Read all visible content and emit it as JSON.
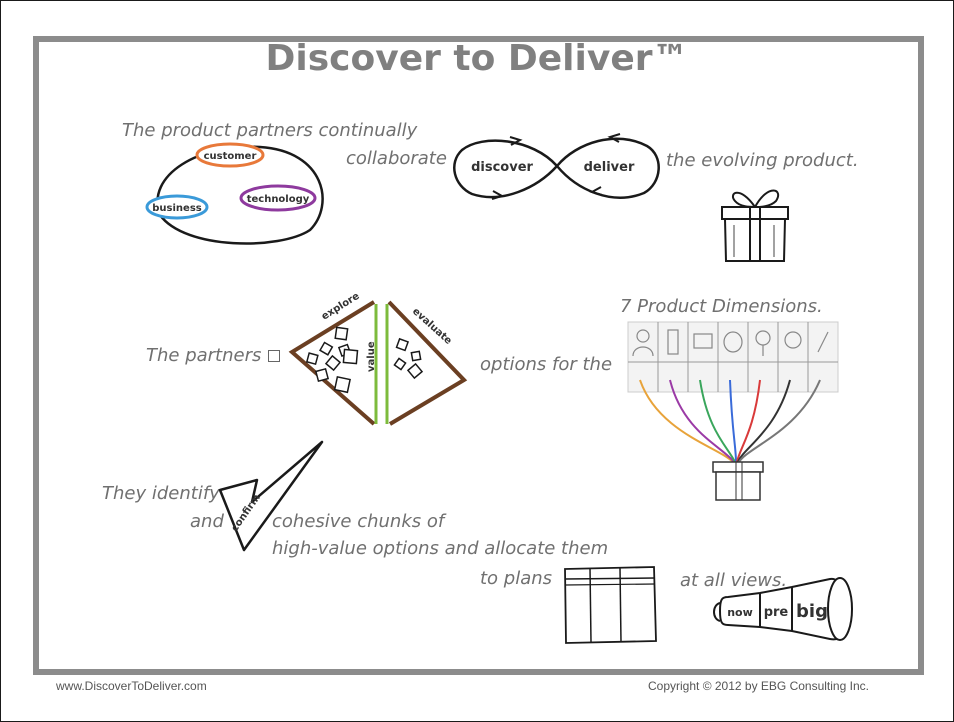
{
  "title": "Discover to Deliver™",
  "captions": {
    "partners_line1": "The product partners continually",
    "partners_line2": "collaborate",
    "evolving": "the evolving product.",
    "dimensions": "7 Product Dimensions.",
    "the_partners": "The partners",
    "options_for": "options for the",
    "identify_line1": "They identify",
    "identify_line2": "and",
    "cohesive": "cohesive chunks of",
    "high_value": "high-value options and allocate them",
    "to_plans": "to plans",
    "all_views": "at all views."
  },
  "bubbles": {
    "customer": "customer",
    "business": "business",
    "technology": "technology"
  },
  "loop": {
    "discover": "discover",
    "deliver": "deliver"
  },
  "diamond": {
    "explore": "explore",
    "value": "value",
    "evaluate": "evaluate"
  },
  "check": {
    "confirm": "confirm"
  },
  "horn": {
    "now": "now",
    "pre": "pre",
    "big": "big"
  },
  "footer": {
    "website": "www.DiscoverToDeliver.com",
    "copyright": "Copyright © 2012 by EBG Consulting Inc."
  },
  "colors": {
    "customer": "#e8793a",
    "business": "#3a9ad9",
    "technology": "#8e3a9e",
    "diamond_brown": "#6b3f22",
    "value_green": "#7dbb3c",
    "border_gray": "#8c8c8c"
  }
}
